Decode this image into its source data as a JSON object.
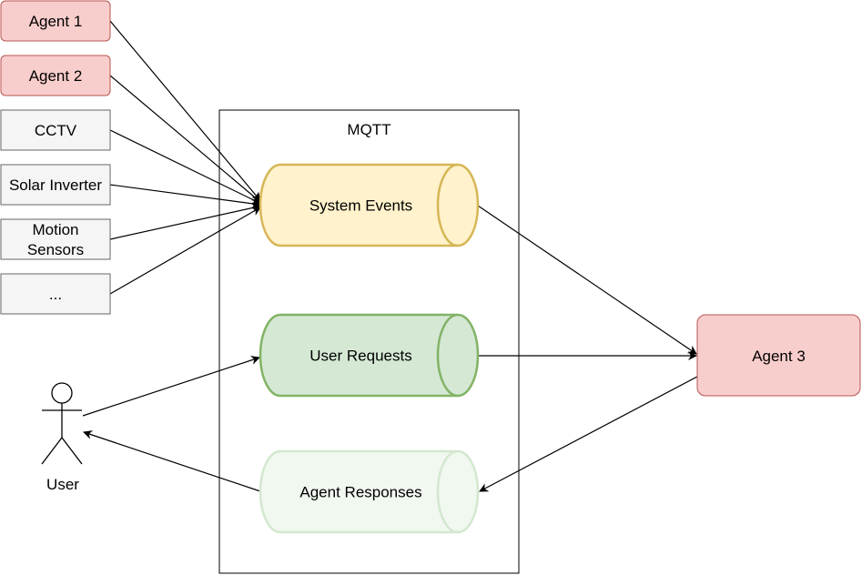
{
  "diagram": {
    "sources": [
      {
        "id": "agent1",
        "label": [
          "Agent 1"
        ],
        "style": "agent"
      },
      {
        "id": "agent2",
        "label": [
          "Agent 2"
        ],
        "style": "agent"
      },
      {
        "id": "cctv",
        "label": [
          "CCTV"
        ],
        "style": "device"
      },
      {
        "id": "solar",
        "label": [
          "Solar Inverter"
        ],
        "style": "device"
      },
      {
        "id": "motion",
        "label": [
          "Motion",
          "Sensors"
        ],
        "style": "device"
      },
      {
        "id": "more",
        "label": [
          "..."
        ],
        "style": "device"
      }
    ],
    "broker": {
      "label": "MQTT"
    },
    "topics": [
      {
        "id": "system_events",
        "label": "System Events",
        "style": "yellow"
      },
      {
        "id": "user_requests",
        "label": "User Requests",
        "style": "green"
      },
      {
        "id": "agent_responses",
        "label": "Agent Responses",
        "style": "lightgreen"
      }
    ],
    "agent3": {
      "label": "Agent 3"
    },
    "user": {
      "label": "User"
    }
  },
  "colors": {
    "agent_fill": "#f8cecc",
    "agent_stroke": "#b85450",
    "device_fill": "#f5f5f5",
    "device_stroke": "#666666",
    "yellow_fill": "#fff2cc",
    "yellow_stroke": "#d6b656",
    "green_fill": "#d5e8d4",
    "green_stroke": "#82b366",
    "lightgreen_fill": "#f1f8f0",
    "lightgreen_stroke": "#d3e8cf",
    "line": "#000000"
  }
}
